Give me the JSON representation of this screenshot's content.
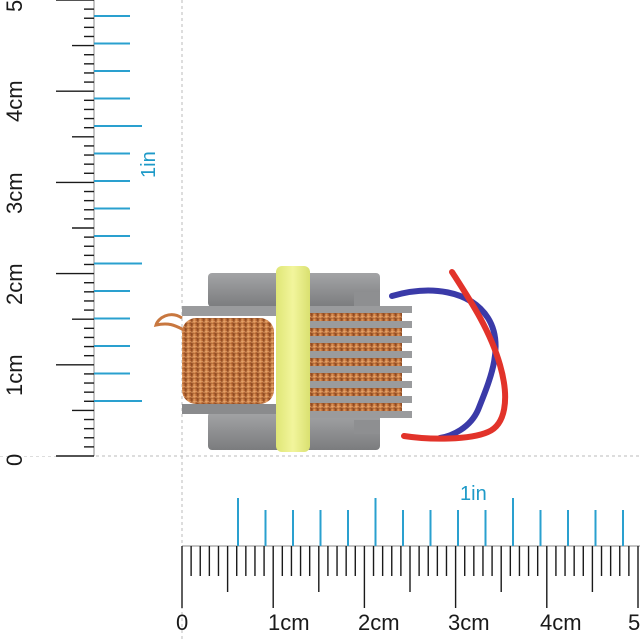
{
  "vertical_ruler": {
    "cm_labels": [
      "0",
      "1cm",
      "2cm",
      "3cm",
      "4cm",
      "5"
    ],
    "inch_label": "1in"
  },
  "horizontal_ruler": {
    "cm_labels": [
      "0",
      "1cm",
      "2cm",
      "3cm",
      "4cm",
      "5"
    ],
    "inch_label": "1in"
  },
  "colors": {
    "ruler_ink": "#1a1a1a",
    "inch_ticks": "#2aa0cf",
    "guide_line": "#bbbbbb",
    "bobbin_gray": "#8c8d8f",
    "copper": "#c8773f",
    "tape_yellow": "#e9ef8a",
    "wire_red": "#e2332a",
    "wire_blue": "#3a3aa8"
  },
  "icons": [
    "ruler-vertical",
    "ruler-horizontal",
    "high-voltage-transformer"
  ]
}
